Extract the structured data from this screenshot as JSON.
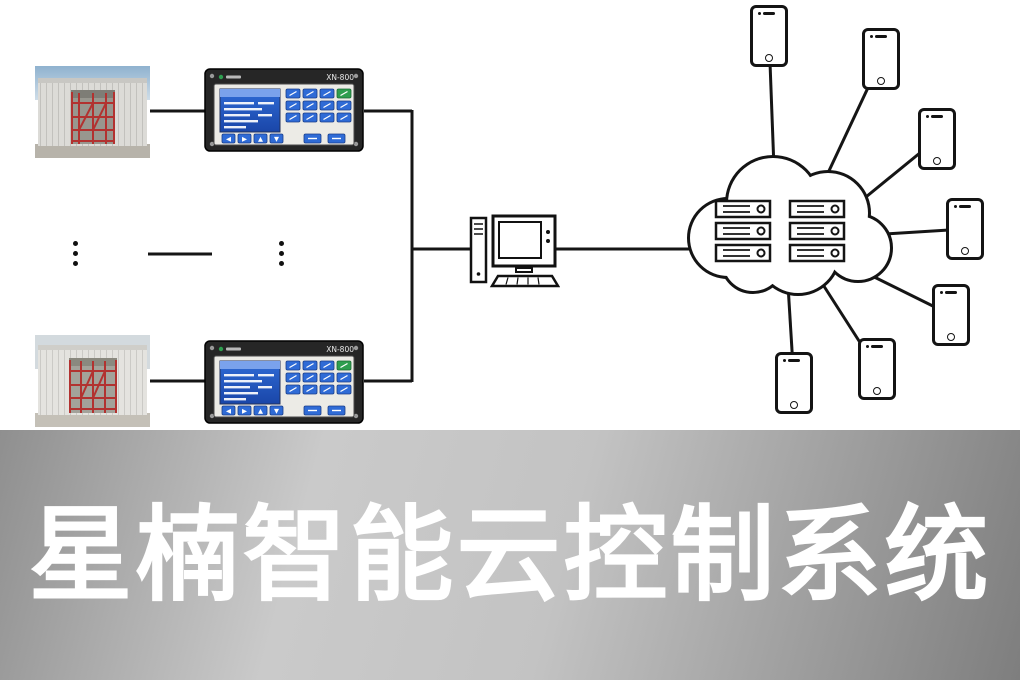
{
  "banner": {
    "title": "星楠智能云控制系统",
    "text_color": "#ffffff",
    "bg_gradient": [
      "#8f8f8f",
      "#cacaca",
      "#7e7e7e"
    ]
  },
  "controllers": [
    {
      "model": "XN-800"
    },
    {
      "model": "XN-800"
    }
  ],
  "controller_nav_keys": [
    "◀",
    "▶",
    "▲",
    "▼"
  ],
  "diagram": {
    "greenhouse_photo_count": 2,
    "controller_count": 2,
    "server_count": 6,
    "phone_count": 7
  },
  "icons": {
    "cloud": "cloud-icon",
    "server": "server-rack-icon",
    "computer": "desktop-computer-icon",
    "phone": "smartphone-icon",
    "ellipsis": "vertical-ellipsis-icon"
  },
  "colors": {
    "line": "#151515",
    "screen_blue": "#2b63d8",
    "key_blue": "#2f6bd6",
    "key_green": "#2e9e4f",
    "scaffold_red": "#b23230"
  }
}
